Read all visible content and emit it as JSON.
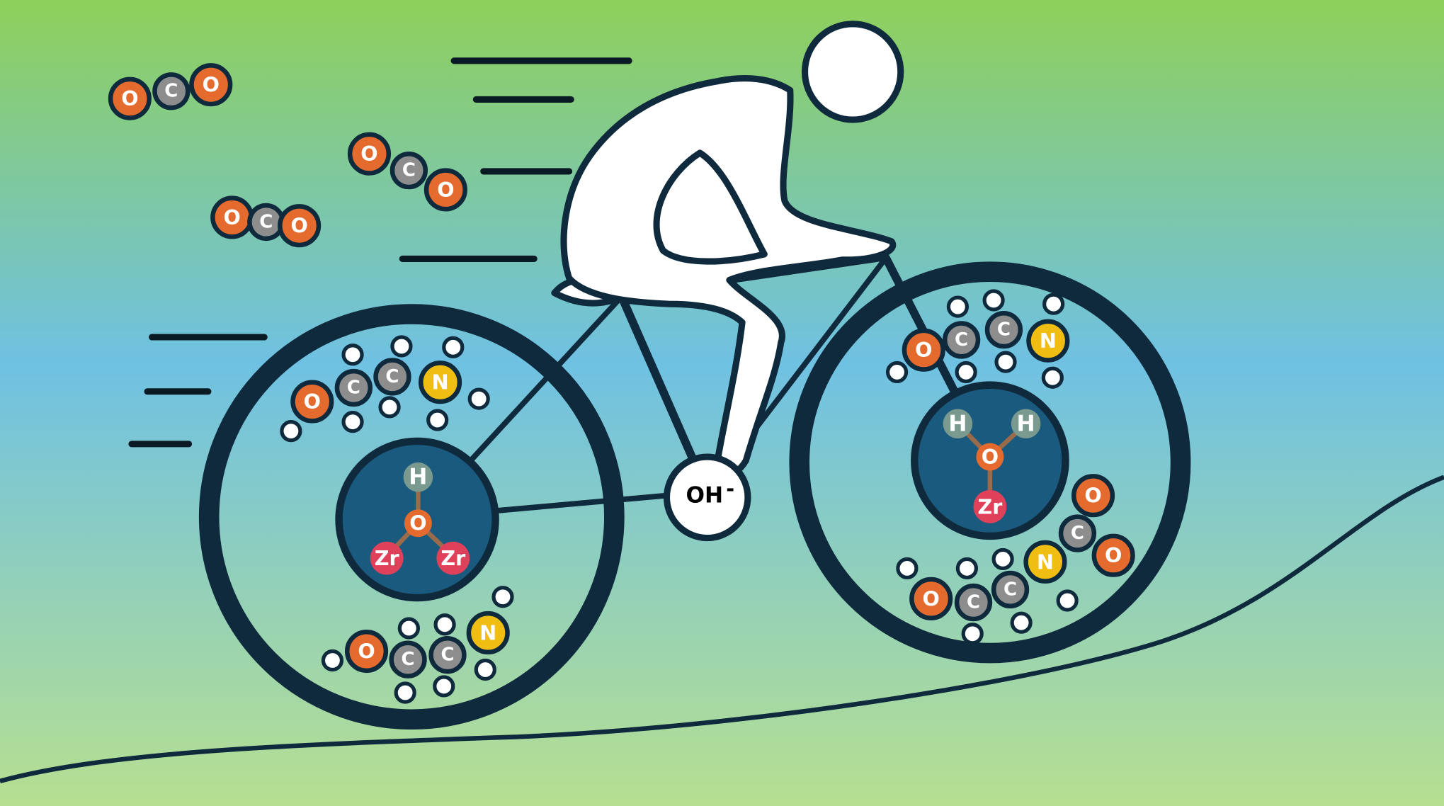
{
  "colors": {
    "bg_top": "#8fd05a",
    "bg_mid": "#6fc1e3",
    "bg_bottom": "#b6df90",
    "outline": "#0f2a3c",
    "oxygen": "#e46a2e",
    "carbon": "#8d8d8d",
    "nitrogen": "#f0be13",
    "hydrogen": "#ffffff",
    "zirconium": "#e0415a",
    "hub": "#1a5a7e",
    "hub_hydrogen": "#7a9a90",
    "bond": "#9a6b4a"
  },
  "labels": {
    "O": "O",
    "C": "C",
    "N": "N",
    "H": "H",
    "Zr": "Zr",
    "hydroxide": "OH",
    "hydroxide_charge": "-"
  }
}
